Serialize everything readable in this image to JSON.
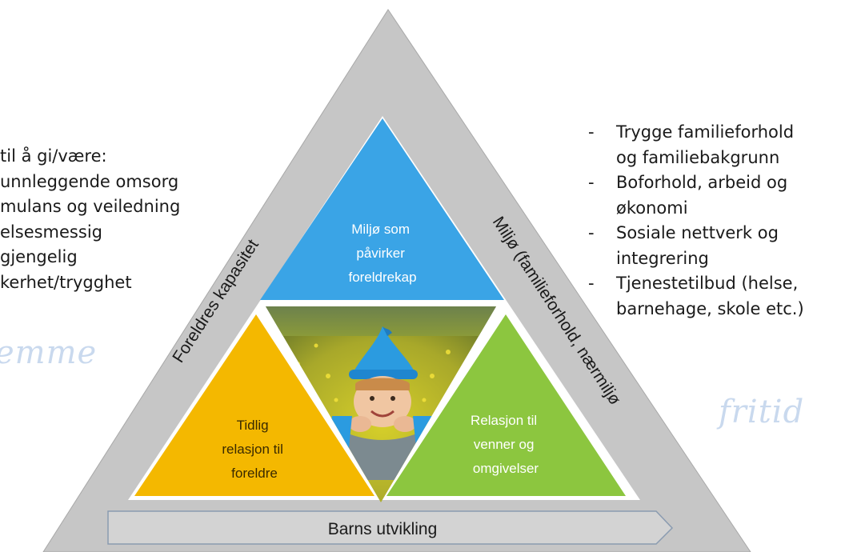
{
  "left_list": {
    "heading": "til å gi/være:",
    "items": [
      "unnleggende omsorg",
      "mulans og veiledning",
      "elsesmessig",
      "gjengelig",
      "kerhet/trygghet"
    ]
  },
  "right_list": {
    "dash": "-",
    "items": [
      {
        "lines": [
          "Trygge familieforhold",
          "og familiebakgrunn"
        ]
      },
      {
        "lines": [
          "Boforhold, arbeid og",
          "økonomi"
        ]
      },
      {
        "lines": [
          "Sosiale nettverk og",
          "integrering"
        ]
      },
      {
        "lines": [
          "Tjenestetilbud (helse,",
          "barnehage, skole etc.)"
        ]
      }
    ]
  },
  "handwriting": {
    "left": "emme",
    "right": "fritid"
  },
  "triangle": {
    "left_side_label": "Foreldres kapasitet",
    "right_side_label": "Miljø (familieforhold, nærmiljø",
    "top_inner": [
      "Miljø som",
      "påvirker",
      "foreldrekap"
    ],
    "bottom_left_inner": [
      "Tidlig",
      "relasjon til",
      "foreldre"
    ],
    "bottom_right_inner": [
      "Relasjon til",
      "venner og",
      "omgivelser"
    ],
    "bottom_arrow": "Barns utvikling"
  },
  "photo": {
    "subject": "child wearing a blue pointed hat lying in a field of yellow flowers"
  },
  "colors": {
    "outer_triangle": "#c6c6c6",
    "top_triangle": "#3aa4e6",
    "left_triangle": "#f4b800",
    "right_triangle": "#8cc63f",
    "arrow_fill": "#d3d3d3",
    "arrow_stroke": "#8a9bb0"
  }
}
